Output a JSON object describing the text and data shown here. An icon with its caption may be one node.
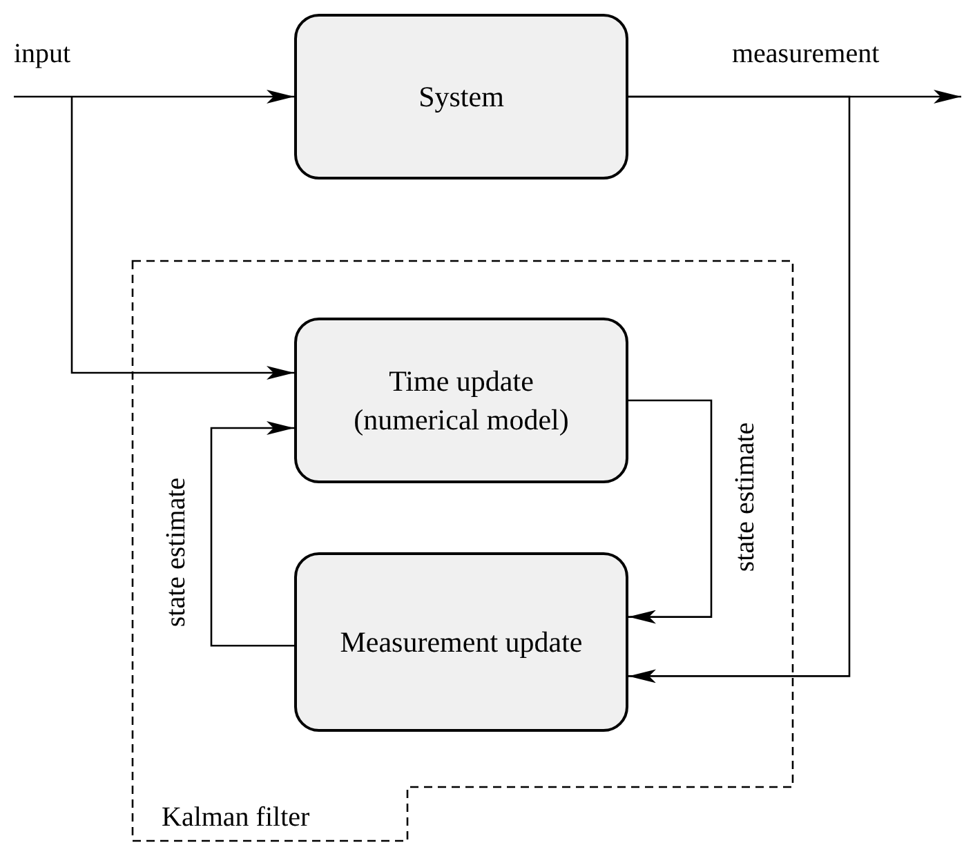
{
  "diagram": {
    "nodes": [
      {
        "text": [
          "input"
        ]
      },
      {
        "text": [
          "System"
        ]
      },
      {
        "text": [
          "measurement"
        ]
      },
      {
        "text": [
          "Kalman filter"
        ]
      },
      {
        "text": [
          "Time update (numerical model)"
        ],
        "in": 3
      },
      {
        "text": [
          "Measurement update"
        ],
        "in": 3
      }
    ],
    "edges": [
      {
        "from": 0,
        "to": 1,
        "arrow": "to"
      },
      {
        "from": 0,
        "to": 4,
        "arrow": "to"
      },
      {
        "from": 1,
        "to": 2,
        "arrow": "to"
      },
      {
        "from": 1,
        "to": 5,
        "arrow": "to"
      },
      {
        "from": 4,
        "to": 5,
        "arrow": "to",
        "label": "state estimate"
      },
      {
        "from": 5,
        "to": 4,
        "arrow": "to",
        "label": "state estimate"
      }
    ]
  }
}
